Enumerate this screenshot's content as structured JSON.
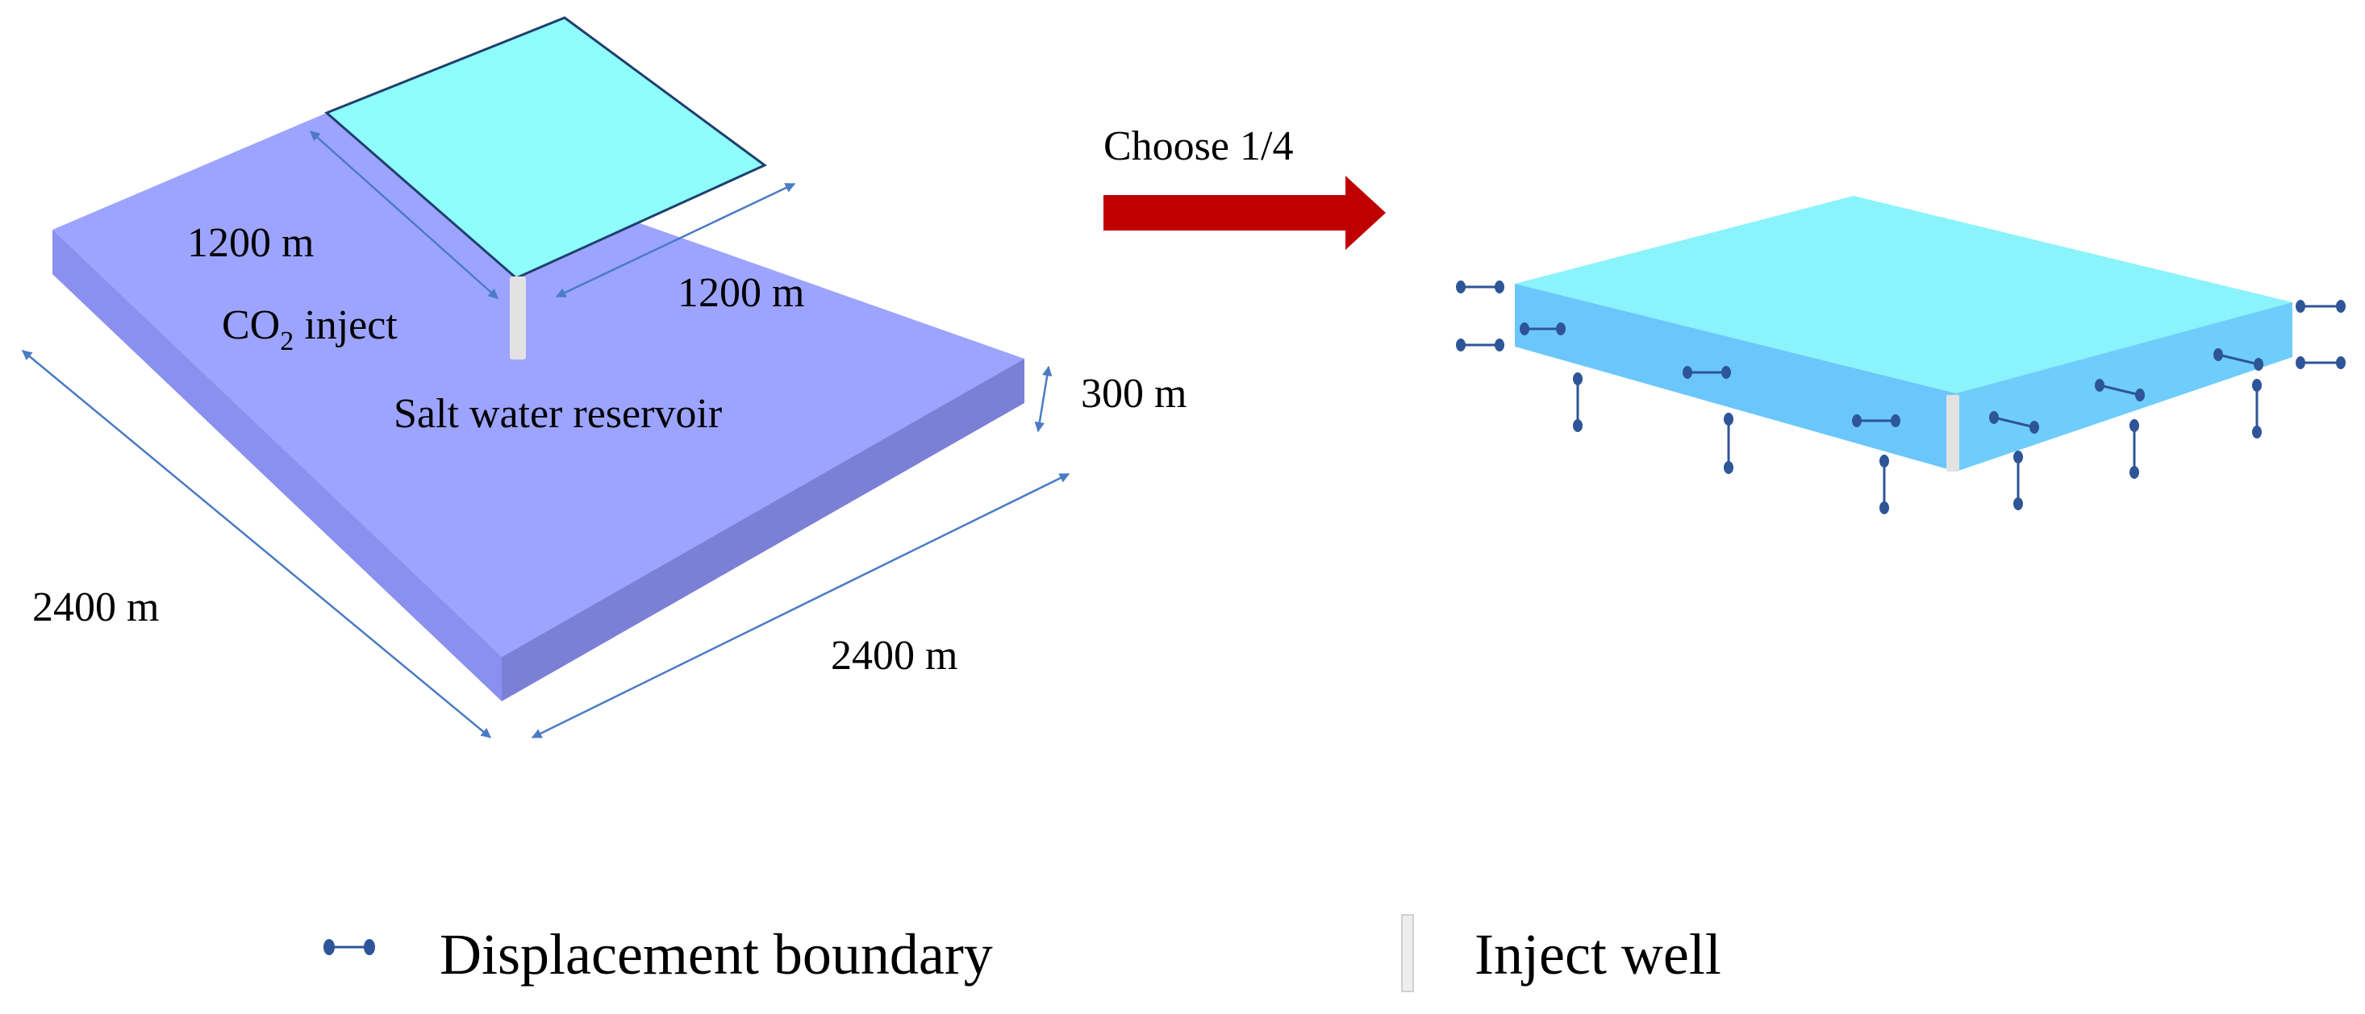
{
  "colors": {
    "reservoir_top": "#9da4ff",
    "reservoir_left": "#8a90f0",
    "reservoir_right": "#7b80d6",
    "quarter_top": "#8efdfb",
    "slab_top": "#8af3fb",
    "slab_front": "#6bc7fb",
    "slab_side": "#6fcdfb",
    "arrow": "#c00000",
    "boundary": "#2e5597",
    "dimension": "#4a7bc4",
    "well": "#e2e2e2"
  },
  "labels": {
    "quarter_side_a": "1200 m",
    "quarter_side_b": "1200 m",
    "co2_prefix": "CO",
    "co2_subscript": "2",
    "co2_suffix": " inject",
    "reservoir": "Salt water reservoir",
    "thickness": "300 m",
    "side_left": "2400 m",
    "side_right": "2400 m",
    "arrow": "Choose 1/4"
  },
  "legend": {
    "displacement_icon": "displacement-boundary-icon",
    "displacement": "Displacement boundary",
    "well_icon": "inject-well-icon",
    "well": "Inject well"
  }
}
